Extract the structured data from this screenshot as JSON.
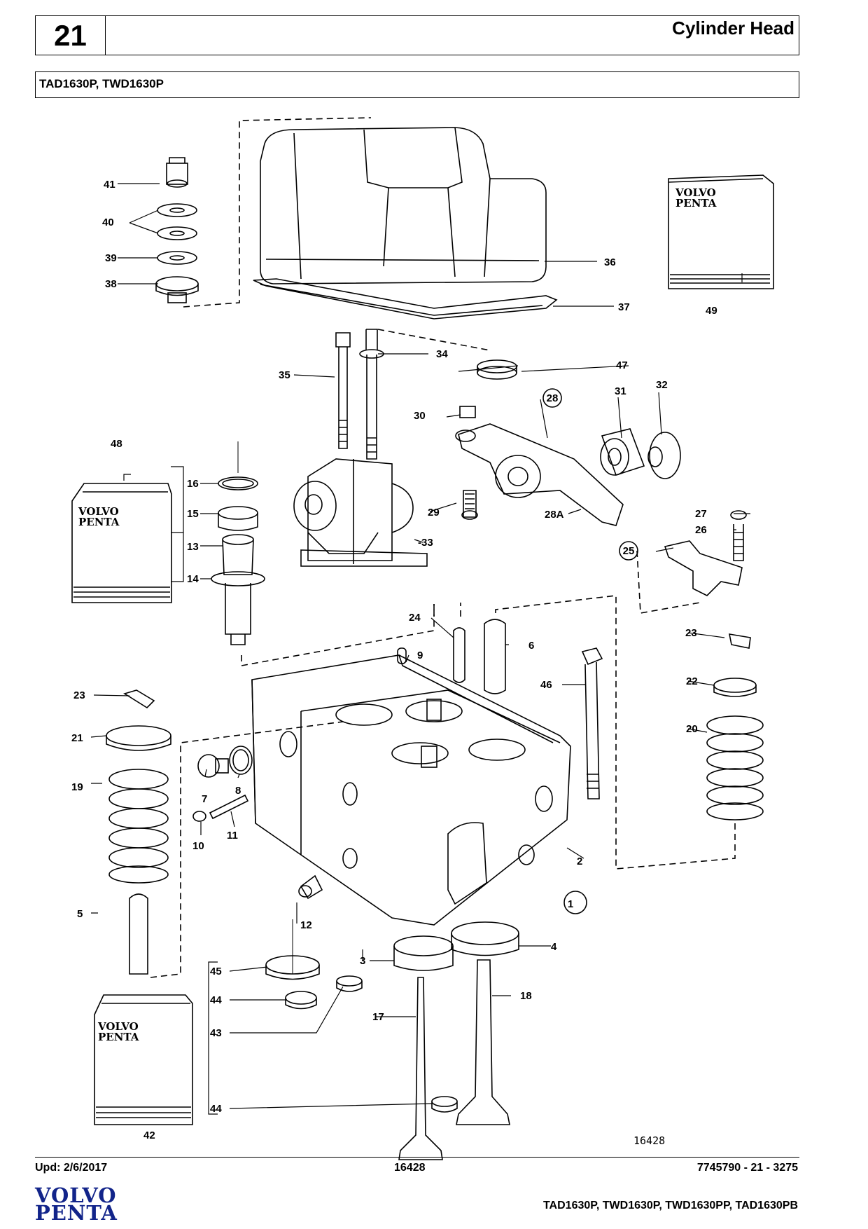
{
  "header": {
    "section_number": "21",
    "title": "Cylinder Head"
  },
  "models": "TAD1630P, TWD1630P",
  "drawing_number": "16428",
  "kit_brand": [
    "VOLVO",
    "PENTA"
  ],
  "callouts": {
    "c1": "1",
    "c2": "2",
    "c3": "3",
    "c4": "4",
    "c5": "5",
    "c6": "6",
    "c7": "7",
    "c8": "8",
    "c9": "9",
    "c10": "10",
    "c11": "11",
    "c12": "12",
    "c13": "13",
    "c14": "14",
    "c15": "15",
    "c16": "16",
    "c17": "17",
    "c18": "18",
    "c19": "19",
    "c20": "20",
    "c21": "21",
    "c22": "22",
    "c23": "23",
    "c24": "24",
    "c25": "25",
    "c26": "26",
    "c27": "27",
    "c28": "28",
    "c28a": "28A",
    "c29": "29",
    "c30": "30",
    "c31": "31",
    "c32": "32",
    "c33": "-33",
    "c34": "34",
    "c35": "35",
    "c36": "36",
    "c37": "37",
    "c38": "38",
    "c39": "39",
    "c40": "40",
    "c41": "41",
    "c42": "42",
    "c43": "43",
    "c44": "44",
    "c45": "45",
    "c46": "46",
    "c47": "47",
    "c48": "48",
    "c49": "49"
  },
  "footer": {
    "updated": "Upd: 2/6/2017",
    "image_ref": "16428",
    "doc_ref": "7745790 - 21 - 3275",
    "models": "TAD1630P, TWD1630P, TWD1630PP, TAD1630PB",
    "logo_line1": "VOLVO",
    "logo_line2": "PENTA"
  },
  "colors": {
    "ink": "#000000",
    "brand_blue": "#12248a"
  }
}
